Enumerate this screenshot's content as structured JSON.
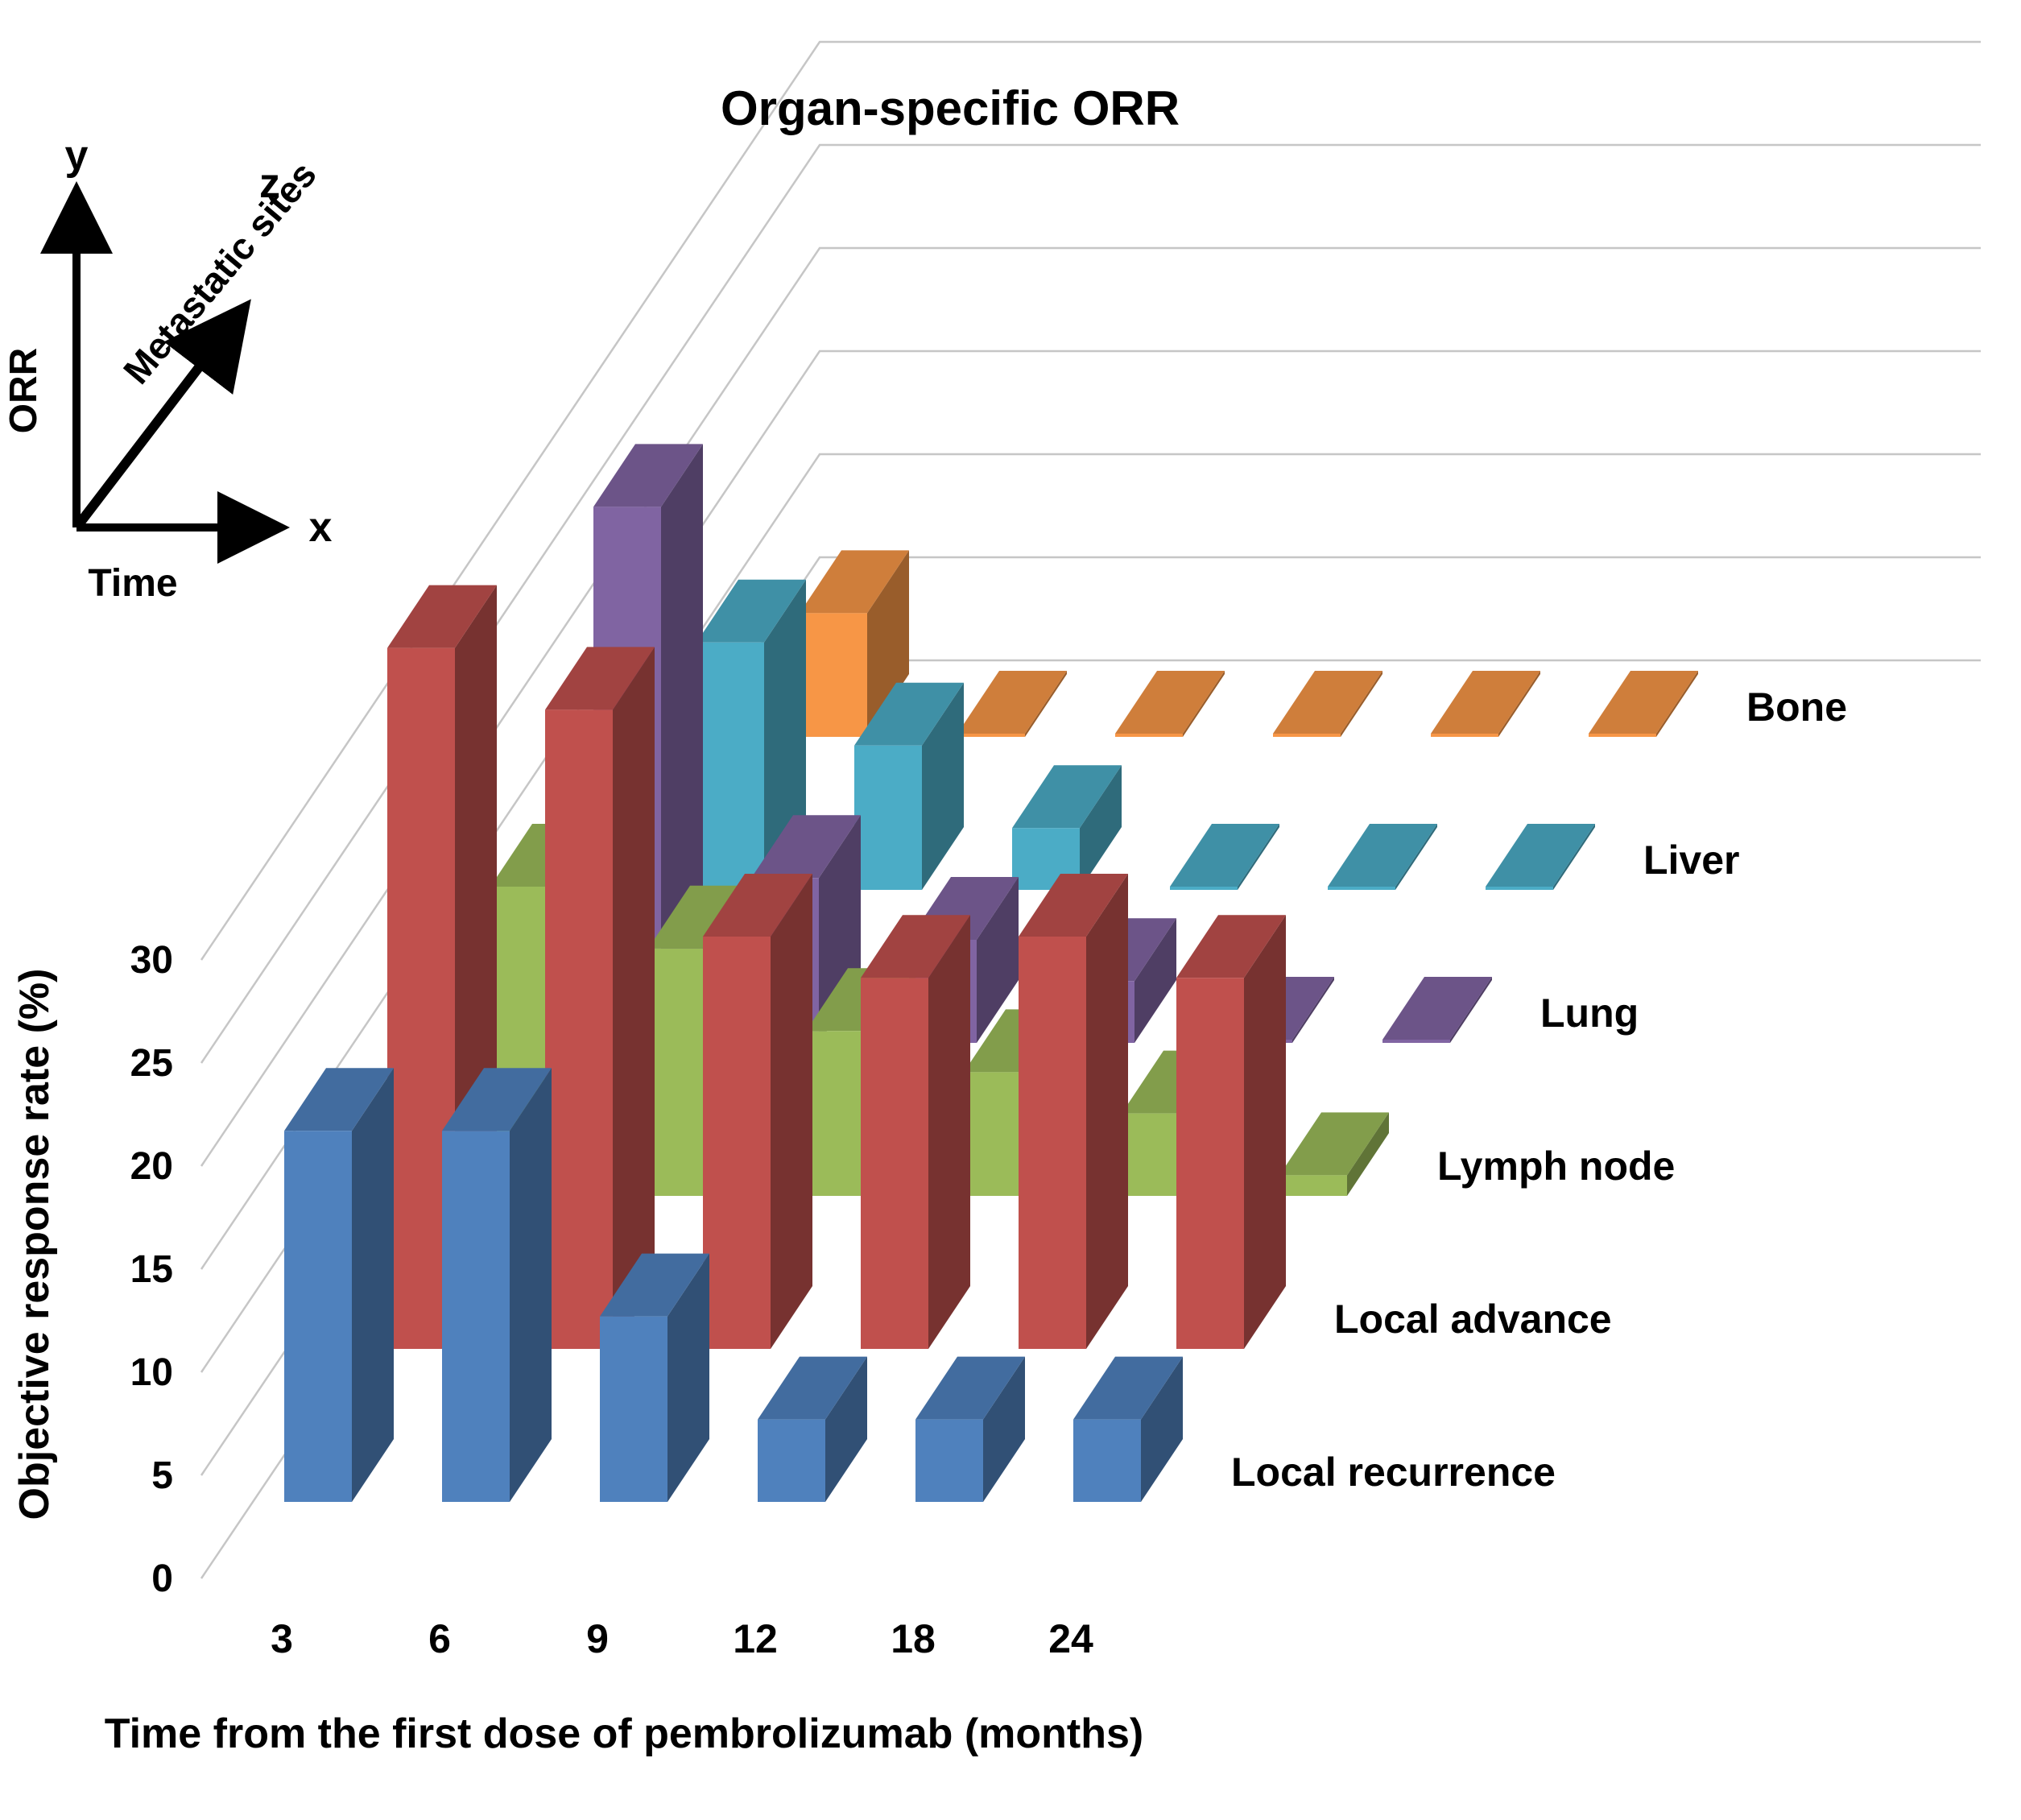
{
  "title": "Organ-specific  ORR",
  "axis_diagram": {
    "y_label": "y",
    "z_label": "z",
    "x_label": "x",
    "y_axis_name": "ORR",
    "z_axis_name": "Metastatic sites",
    "x_axis_name": "Time"
  },
  "y_axis": {
    "title": "Objective response rate (%)",
    "tick_labels": [
      "0",
      "5",
      "10",
      "15",
      "20",
      "25",
      "30"
    ],
    "tick_interval": 5,
    "min": 0,
    "max": 30
  },
  "x_axis": {
    "title": "Time from the first dose of pembrolizumab (months)",
    "categories": [
      "3",
      "6",
      "9",
      "12",
      "18",
      "24"
    ]
  },
  "chart_data": {
    "type": "bar",
    "projection": "3d-column-oblique",
    "title": "Organ-specific  ORR",
    "xlabel": "Time from the first dose of pembrolizumab (months)",
    "ylabel": "Objective response rate (%)",
    "ylim": [
      0,
      30
    ],
    "ytick_interval": 5,
    "grid": true,
    "legend_position": "right-staggered-by-depth",
    "categories": [
      "3",
      "6",
      "9",
      "12",
      "18",
      "24"
    ],
    "series_order": "back-to-front (legend top to bottom)",
    "series": [
      {
        "name": "Bone",
        "color": "#F79646",
        "values": [
          6,
          0,
          0,
          0,
          0,
          0
        ]
      },
      {
        "name": "Liver",
        "color": "#4BACC6",
        "values": [
          12,
          7,
          3,
          0,
          0,
          0
        ]
      },
      {
        "name": "Lung",
        "color": "#8064A2",
        "values": [
          26,
          8,
          5,
          3,
          0,
          0
        ]
      },
      {
        "name": "Lymph node",
        "color": "#9BBB59",
        "values": [
          15,
          12,
          8,
          6,
          4,
          1
        ]
      },
      {
        "name": "Local advance",
        "color": "#C0504D",
        "values": [
          34,
          31,
          20,
          18,
          20,
          18
        ]
      },
      {
        "name": "Local recurrence",
        "color": "#4F81BD",
        "values": [
          18,
          18,
          9,
          4,
          4,
          4
        ]
      }
    ],
    "gridline_color": "#C6C6C6"
  }
}
